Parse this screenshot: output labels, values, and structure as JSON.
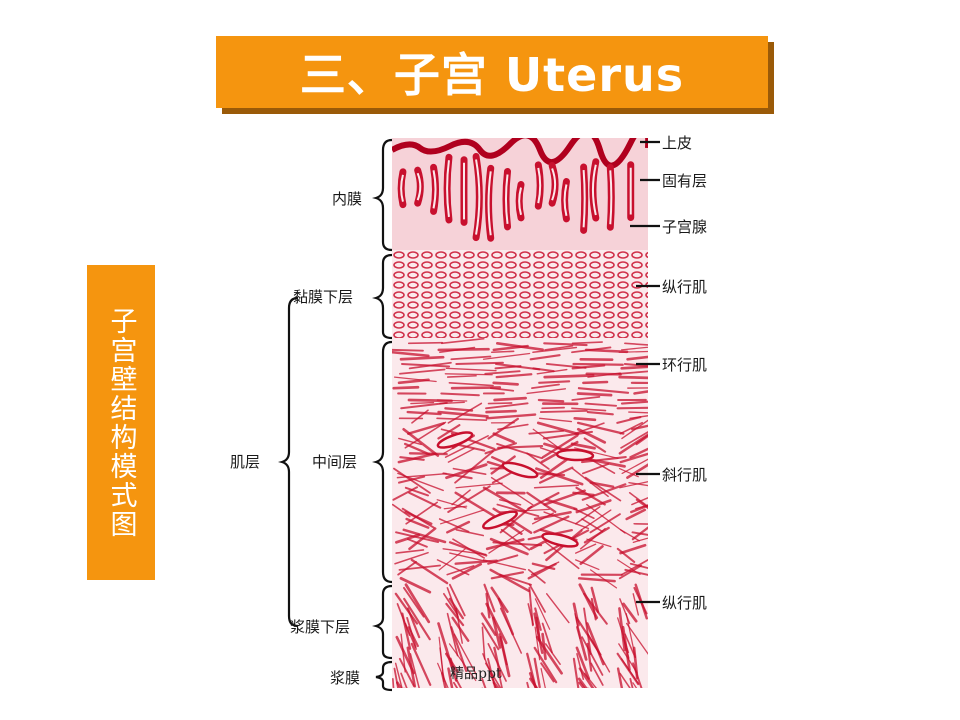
{
  "title": "三、子宫  Uterus",
  "side_title": "子宫壁结构模式图",
  "labels_left": {
    "endometrium": "内膜",
    "submucosa": "黏膜下层",
    "myometrium": "肌层",
    "middle_layer": "中间层",
    "subserosa": "浆膜下层",
    "serosa": "浆膜"
  },
  "labels_right": {
    "epithelium": "上皮",
    "lamina_propria": "固有层",
    "uterine_gland": "子宫腺",
    "longitudinal_1": "纵行肌",
    "circular": "环行肌",
    "oblique": "斜行肌",
    "longitudinal_2": "纵行肌"
  },
  "watermark": "精品ppt",
  "colors": {
    "accent": "#f5950f",
    "shadow": "#9a5a08",
    "tissue": "#c8102e"
  }
}
